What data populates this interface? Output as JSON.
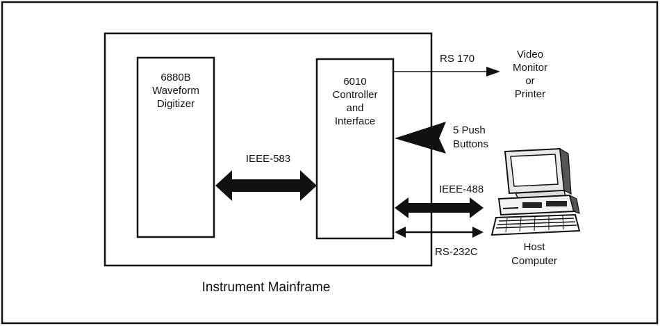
{
  "diagram": {
    "mainframe_label": "Instrument Mainframe",
    "digitizer": {
      "lines": [
        "6880B",
        "Waveform",
        "Digitizer"
      ]
    },
    "controller": {
      "lines": [
        "6010",
        "Controller",
        "and",
        "Interface"
      ]
    },
    "links": {
      "ieee583": "IEEE-583",
      "rs170": "RS 170",
      "ieee488": "IEEE-488",
      "rs232c": "RS-232C"
    },
    "push_buttons": {
      "lines": [
        "5 Push",
        "Buttons"
      ]
    },
    "video": {
      "lines": [
        "Video",
        "Monitor",
        "or",
        "Printer"
      ]
    },
    "host": {
      "lines": [
        "Host",
        "Computer"
      ]
    }
  }
}
